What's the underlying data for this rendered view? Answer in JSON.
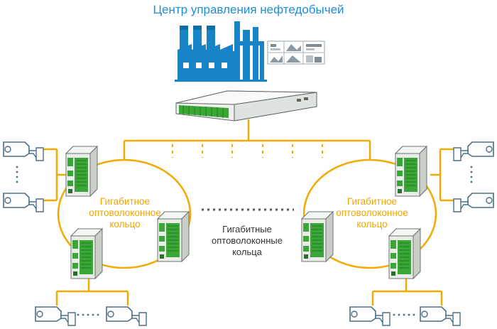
{
  "title": "Центр управления нефтедобычей",
  "rings": {
    "left_label": [
      "Гигабитное",
      "оптоволоконное",
      "кольцо"
    ],
    "right_label": [
      "Гигабитное",
      "оптоволоконное",
      "кольцо"
    ]
  },
  "middle_label": [
    "Гигабитные",
    "оптоволоконные",
    "кольца"
  ],
  "colors": {
    "title": "#1f8fd0",
    "plant": "#1784c7",
    "link": "#f2a900",
    "switch_body": "#e9ece9",
    "switch_panel": "#3aa636",
    "camera": "#4a6e88"
  },
  "icons": [
    "refinery-icon",
    "dashboard-icon",
    "server-icon",
    "industrial-switch-icon",
    "camera-icon"
  ]
}
